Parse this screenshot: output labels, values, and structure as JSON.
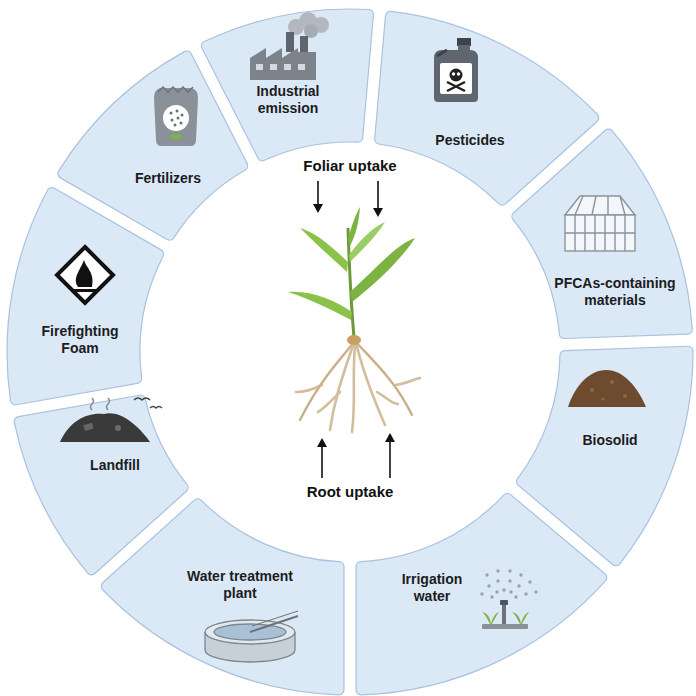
{
  "diagram": {
    "nodes": [
      {
        "text": [
          "Industrial emission"
        ]
      },
      {
        "text": [
          "Pesticides"
        ]
      },
      {
        "text": [
          "PFCAs-containing materials"
        ]
      },
      {
        "text": [
          "Biosolid"
        ]
      },
      {
        "text": [
          "Irrigation water"
        ]
      },
      {
        "text": [
          "Water treatment plant"
        ]
      },
      {
        "text": [
          "Landfill"
        ]
      },
      {
        "text": [
          "Firefighting Foam"
        ]
      },
      {
        "text": [
          "Fertilizers"
        ]
      }
    ],
    "labels": [
      "Foliar uptake",
      "Root uptake"
    ]
  }
}
